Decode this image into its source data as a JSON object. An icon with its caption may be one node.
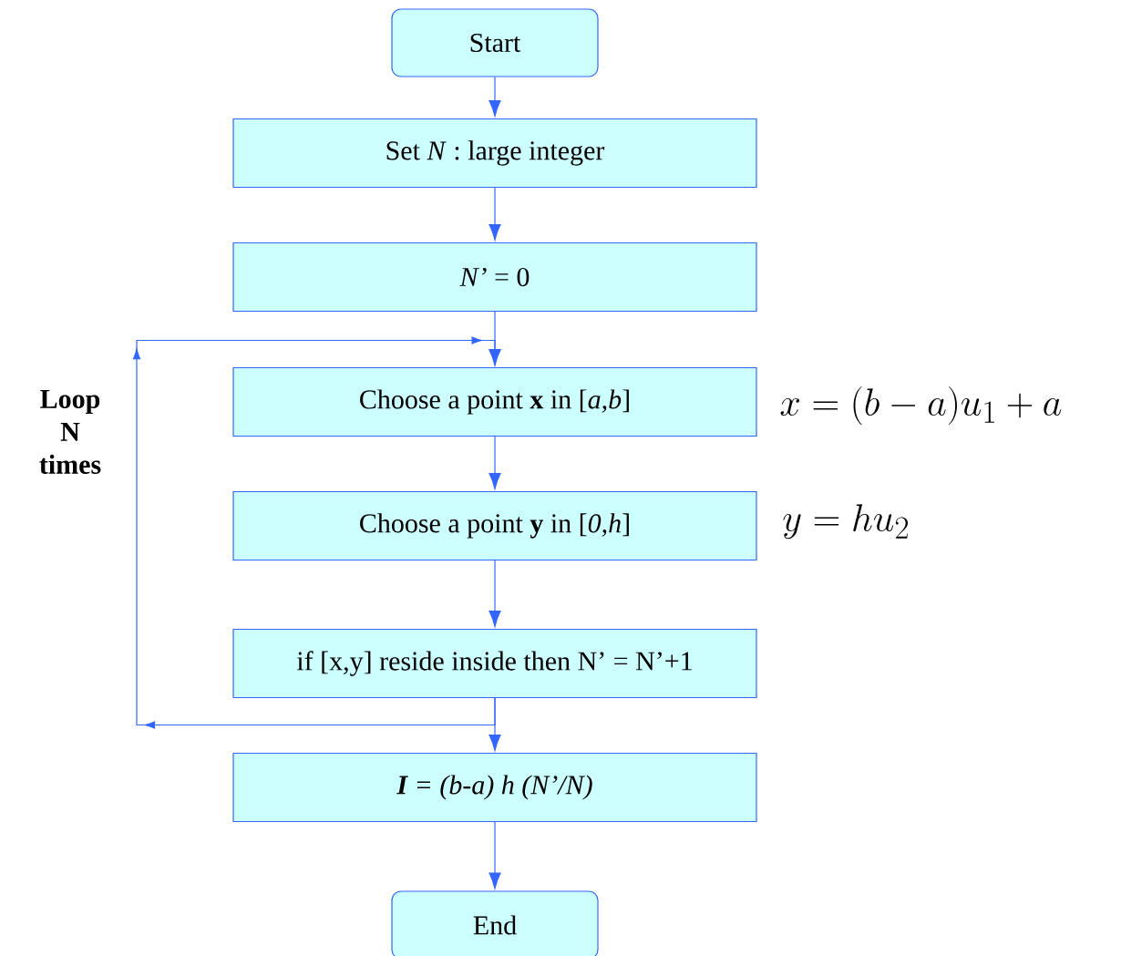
{
  "diagram": {
    "nodes": [
      {
        "text": [
          "Start"
        ]
      },
      {
        "text": [
          "Set *N* : large integer"
        ]
      },
      {
        "text": [
          "*N’* = 0"
        ]
      },
      {
        "text": [
          "Choose a point **x** in [*a,b*]"
        ],
        "beside": [
          "x=(b-a)u_1+a"
        ]
      },
      {
        "text": [
          "Choose a point **y** in [*0,h*]"
        ],
        "beside": [
          "y=hu_2"
        ]
      },
      {
        "text": [
          "if [x,y] reside inside then N’ = N’+1"
        ]
      },
      {
        "text": [
          "**I**  = (b-a) h (N’/N)"
        ]
      },
      {
        "text": [
          "End"
        ]
      }
    ],
    "edges": [
      {
        "from": 0,
        "to": 1,
        "arrow": "to"
      },
      {
        "from": 1,
        "to": 2,
        "arrow": "to"
      },
      {
        "from": 2,
        "to": 3,
        "arrow": "to"
      },
      {
        "from": 3,
        "to": 4,
        "arrow": "to"
      },
      {
        "from": 4,
        "to": 5,
        "arrow": "to"
      },
      {
        "from": 5,
        "to": 6,
        "arrow": "to"
      },
      {
        "from": 6,
        "to": 7,
        "arrow": "to"
      },
      {
        "from": 5,
        "to": 3,
        "arrow": "to",
        "label": "Loop N times"
      }
    ]
  }
}
